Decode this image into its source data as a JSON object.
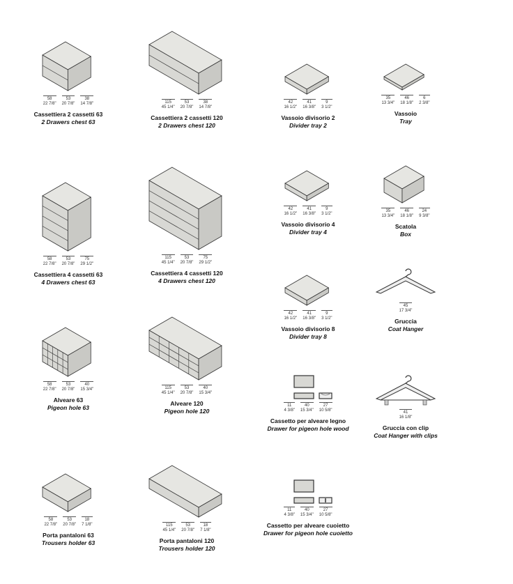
{
  "items": [
    {
      "type": "chest2s",
      "name_it": "Cassettiera 2 cassetti 63",
      "name_en": "2 Drawers chest 63",
      "dims": [
        [
          "58",
          "22 7/8\""
        ],
        [
          "53",
          "20 7/8\""
        ],
        [
          "38",
          "14 7/8\""
        ]
      ]
    },
    {
      "type": "chest2l",
      "name_it": "Cassettiera 2 cassetti 120",
      "name_en": "2 Drawers chest 120",
      "dims": [
        [
          "115",
          "45 1/4\""
        ],
        [
          "53",
          "20 7/8\""
        ],
        [
          "38",
          "14 7/8\""
        ]
      ]
    },
    {
      "type": "tray2",
      "name_it": "Vassoio divisorio 2",
      "name_en": "Divider tray 2",
      "dims": [
        [
          "42",
          "16 1/2\""
        ],
        [
          "41",
          "16 3/8\""
        ],
        [
          "9",
          "3 1/2\""
        ]
      ]
    },
    {
      "type": "tray",
      "name_it": "Vassoio",
      "name_en": "Tray",
      "dims": [
        [
          "35",
          "13 3/4\""
        ],
        [
          "46",
          "18 1/8\""
        ],
        [
          "6",
          "2 3/8\""
        ]
      ]
    },
    {
      "type": "chest4s",
      "name_it": "Cassettiera 4 cassetti 63",
      "name_en": "4 Drawers chest 63",
      "dims": [
        [
          "58",
          "22 7/8\""
        ],
        [
          "53",
          "20 7/8\""
        ],
        [
          "75",
          "29 1/2\""
        ]
      ]
    },
    {
      "type": "chest4l",
      "name_it": "Cassettiera 4 cassetti 120",
      "name_en": "4 Drawers chest 120",
      "dims": [
        [
          "115",
          "45 1/4\""
        ],
        [
          "53",
          "20 7/8\""
        ],
        [
          "75",
          "29 1/2\""
        ]
      ]
    },
    {
      "type": "tray4",
      "name_it": "Vassoio divisorio 4",
      "name_en": "Divider tray 4",
      "dims": [
        [
          "42",
          "16 1/2\""
        ],
        [
          "41",
          "16 3/8\""
        ],
        [
          "9",
          "3 1/2\""
        ]
      ]
    },
    {
      "type": "box",
      "name_it": "Scatola",
      "name_en": "Box",
      "dims": [
        [
          "35",
          "13 3/4\""
        ],
        [
          "46",
          "18 1/8\""
        ],
        [
          "24",
          "9 3/8\""
        ]
      ]
    },
    {
      "type": "tray8",
      "name_it": "Vassoio divisorio 8",
      "name_en": "Divider tray 8",
      "dims": [
        [
          "42",
          "16 1/2\""
        ],
        [
          "41",
          "16 3/8\""
        ],
        [
          "9",
          "3 1/2\""
        ]
      ]
    },
    {
      "type": "hanger",
      "name_it": "Gruccia",
      "name_en": "Coat Hanger",
      "dims": [
        [
          "45",
          "17 3/4\""
        ]
      ]
    },
    {
      "type": "pigeons",
      "name_it": "Alveare 63",
      "name_en": "Pigeon hole 63",
      "dims": [
        [
          "58",
          "22 7/8\""
        ],
        [
          "53",
          "20 7/8\""
        ],
        [
          "40",
          "15 3/4\""
        ]
      ]
    },
    {
      "type": "pigeonl",
      "name_it": "Alveare 120",
      "name_en": "Pigeon hole 120",
      "dims": [
        [
          "115",
          "45 1/4\""
        ],
        [
          "53",
          "20 7/8\""
        ],
        [
          "40",
          "15 3/4\""
        ]
      ]
    },
    {
      "type": "drawerw",
      "name_it": "Cassetto per alveare legno",
      "name_en": "Drawer for pigeon hole wood",
      "dims": [
        [
          "11",
          "4 3/8\""
        ],
        [
          "40",
          "15 3/4\""
        ],
        [
          "27",
          "10 5/8\""
        ]
      ]
    },
    {
      "type": "hangerclip",
      "name_it": "Gruccia con clip",
      "name_en": "Coat Hanger with clips",
      "dims": [
        [
          "41",
          "16 1/8\""
        ]
      ]
    },
    {
      "type": "trouserss",
      "name_it": "Porta pantaloni 63",
      "name_en": "Trousers holder 63",
      "dims": [
        [
          "58",
          "22 7/8\""
        ],
        [
          "53",
          "20 7/8\""
        ],
        [
          "18",
          "7 1/8\""
        ]
      ]
    },
    {
      "type": "trousersl",
      "name_it": "Porta pantaloni 120",
      "name_en": "Trousers holder 120",
      "dims": [
        [
          "115",
          "45 1/4\""
        ],
        [
          "53",
          "20 7/8\""
        ],
        [
          "18",
          "7 1/8\""
        ]
      ]
    },
    {
      "type": "drawerc",
      "name_it": "Cassetto per alveare cuoietto",
      "name_en": "Drawer for pigeon hole cuoietto",
      "dims": [
        [
          "11",
          "4 3/8\""
        ],
        [
          "40",
          "15 3/4\""
        ],
        [
          "27",
          "10 5/8\""
        ]
      ]
    }
  ]
}
